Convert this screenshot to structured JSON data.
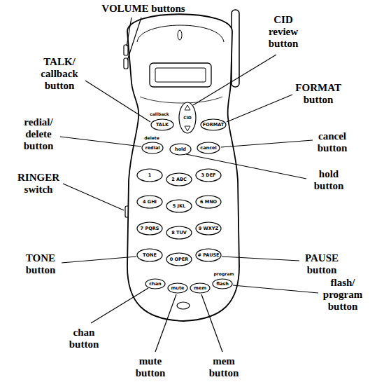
{
  "diagram": {
    "labels": [
      "VOLUME buttons",
      "CID review button",
      "TALK/ callback button",
      "FORMAT button",
      "redial/ delete button",
      "cancel button",
      "RINGER switch",
      "hold button",
      "TONE button",
      "PAUSE button",
      "flash/ program button",
      "chan button",
      "mute button",
      "mem button",
      "callback",
      "TALK",
      "CID",
      "FORMAT",
      "delete",
      "redial",
      "hold",
      "cancel",
      "1",
      "2 ABC",
      "3 DEF",
      "4 GHI",
      "5 JKL",
      "6 MNO",
      "7 PQRS",
      "8 TUV",
      "9 WXYZ",
      "TONE",
      "0 OPER",
      "# PAUSE",
      "program",
      "chan",
      "mute",
      "mem",
      "flash"
    ]
  }
}
